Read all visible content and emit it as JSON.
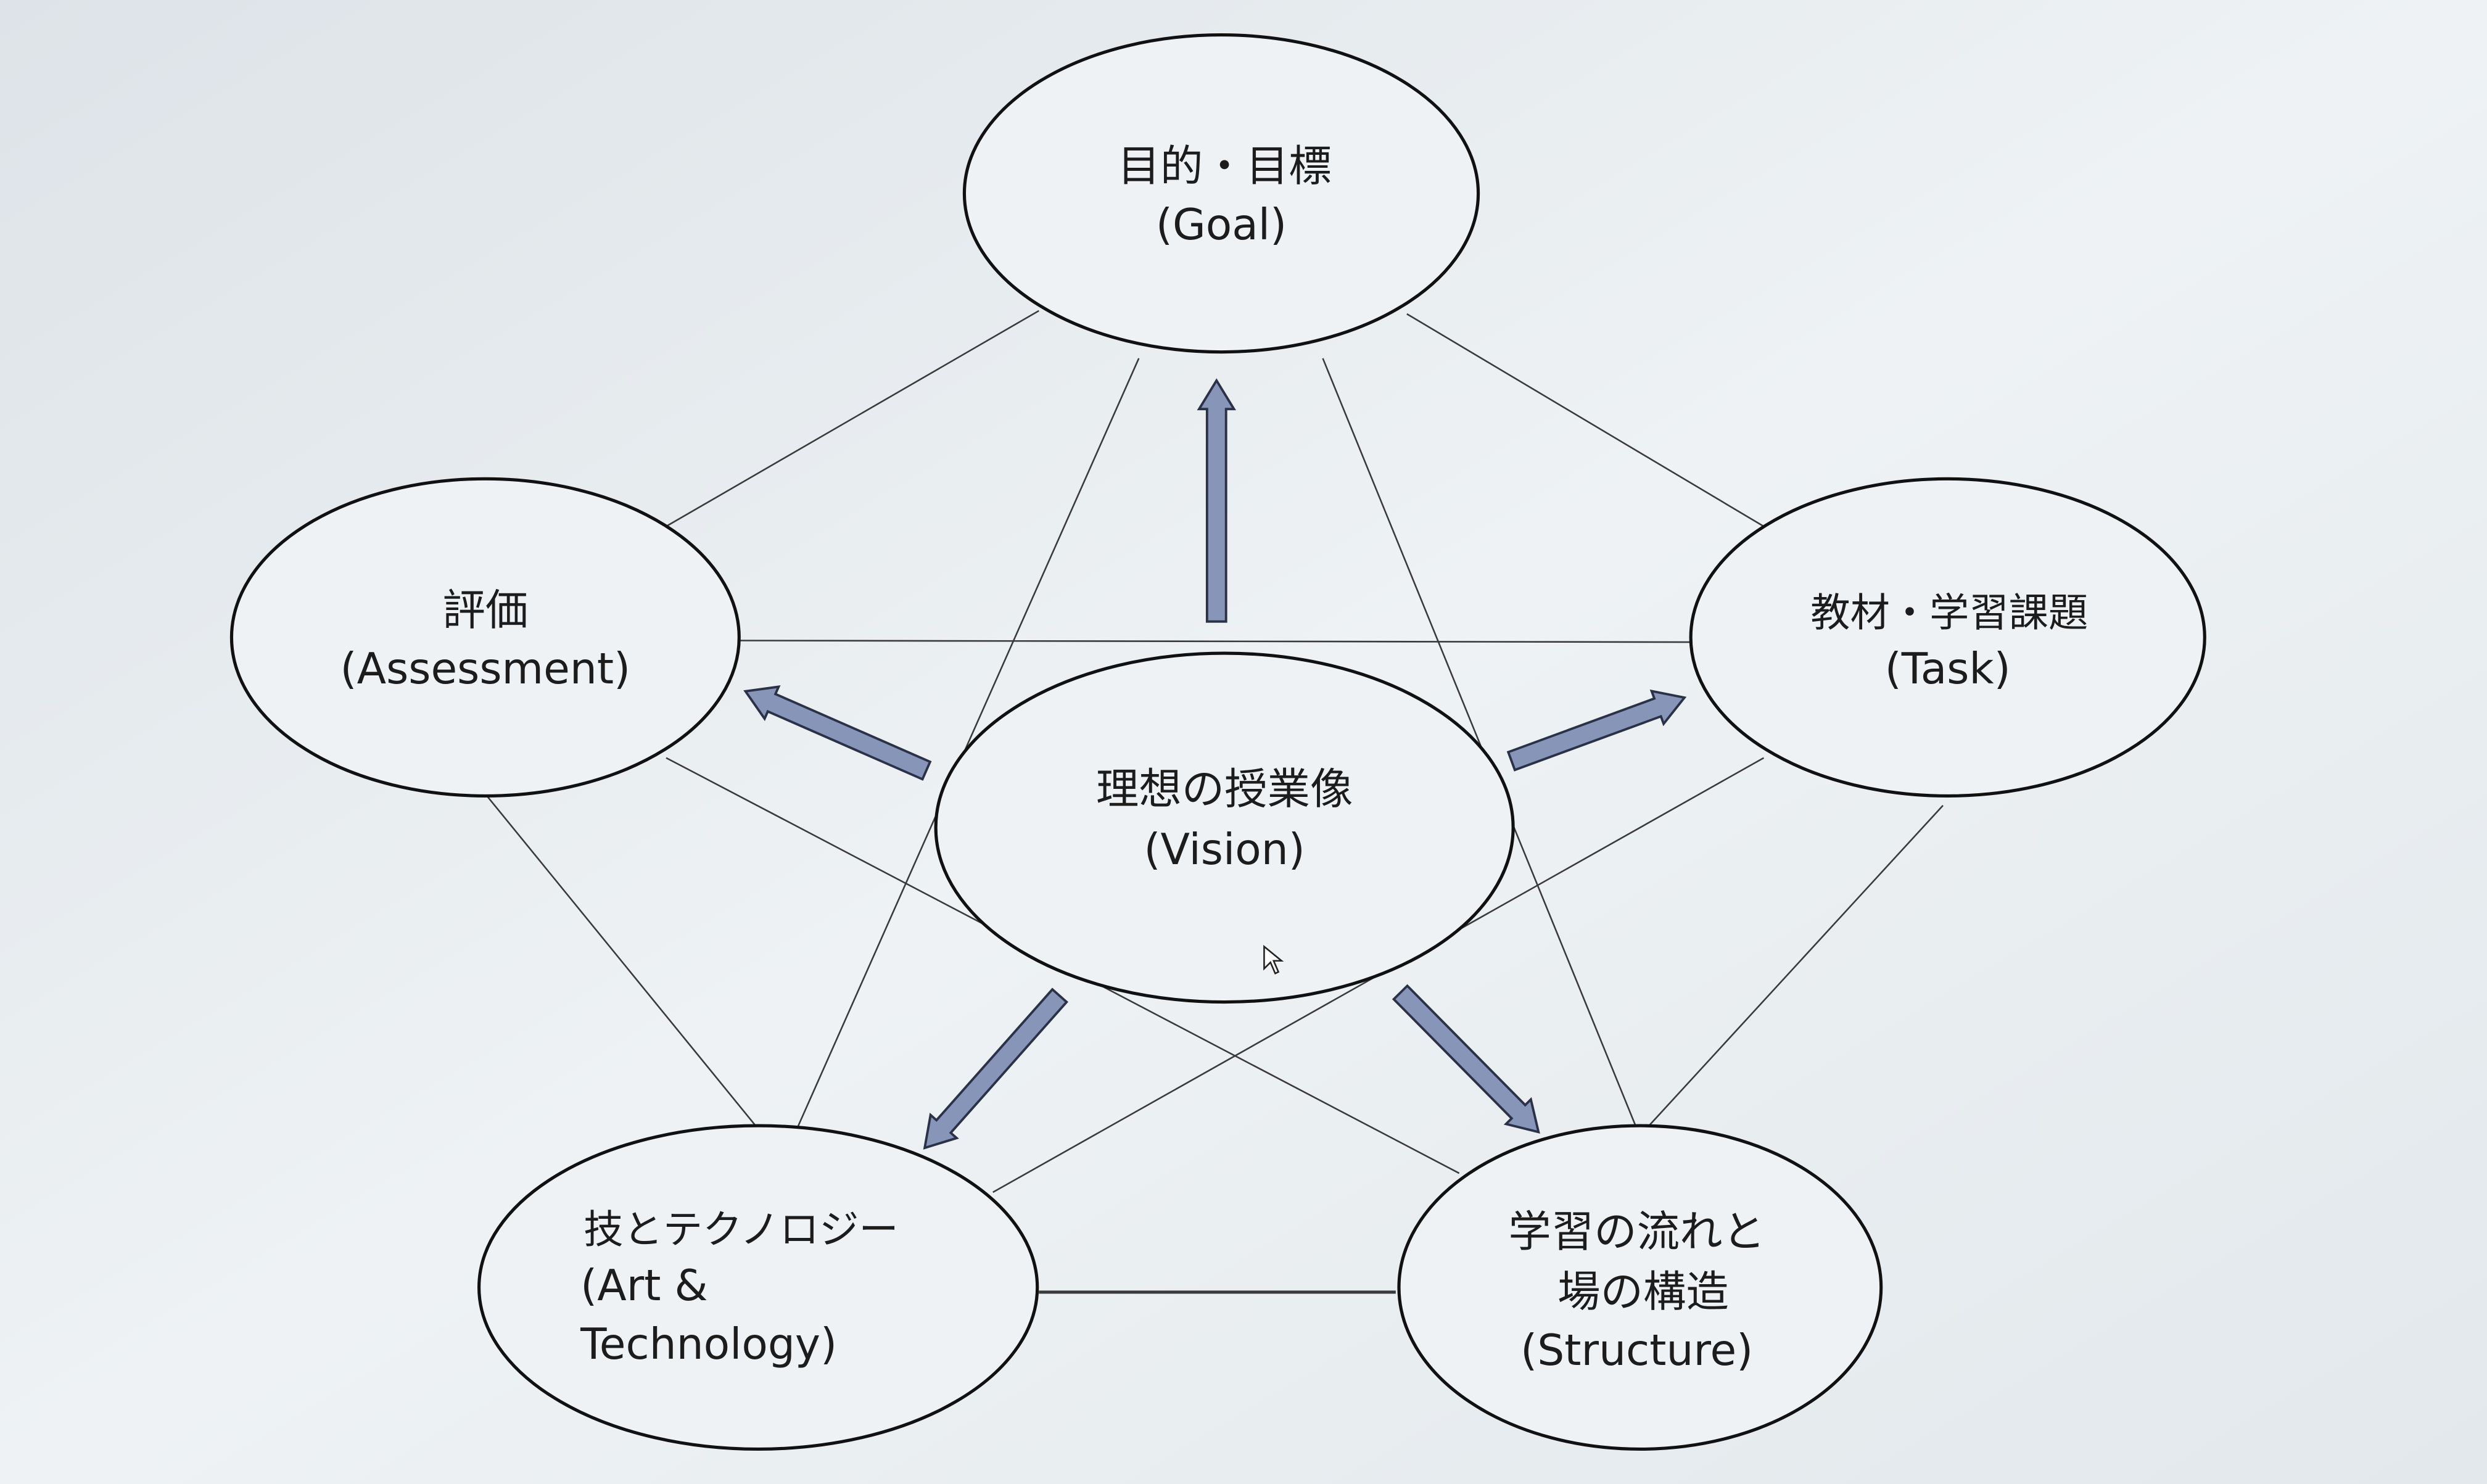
{
  "diagram": {
    "center": {
      "line1": "理想の授業像",
      "line2": "(Vision)"
    },
    "goal": {
      "line1": "目的・目標",
      "line2": "(Goal)"
    },
    "assessment": {
      "line1": "評価",
      "line2": "(Assessment)"
    },
    "task": {
      "line1": "教材・学習課題",
      "line2": "(Task)"
    },
    "art": {
      "line1": "技とテクノロジー",
      "line2": "(Art &",
      "line3": "Technology)"
    },
    "structure": {
      "line1": "学習の流れと",
      "line2": "場の構造",
      "line3": "(Structure)"
    }
  },
  "colors": {
    "arrow": "#8795b9",
    "background": "#e4e9ed"
  }
}
